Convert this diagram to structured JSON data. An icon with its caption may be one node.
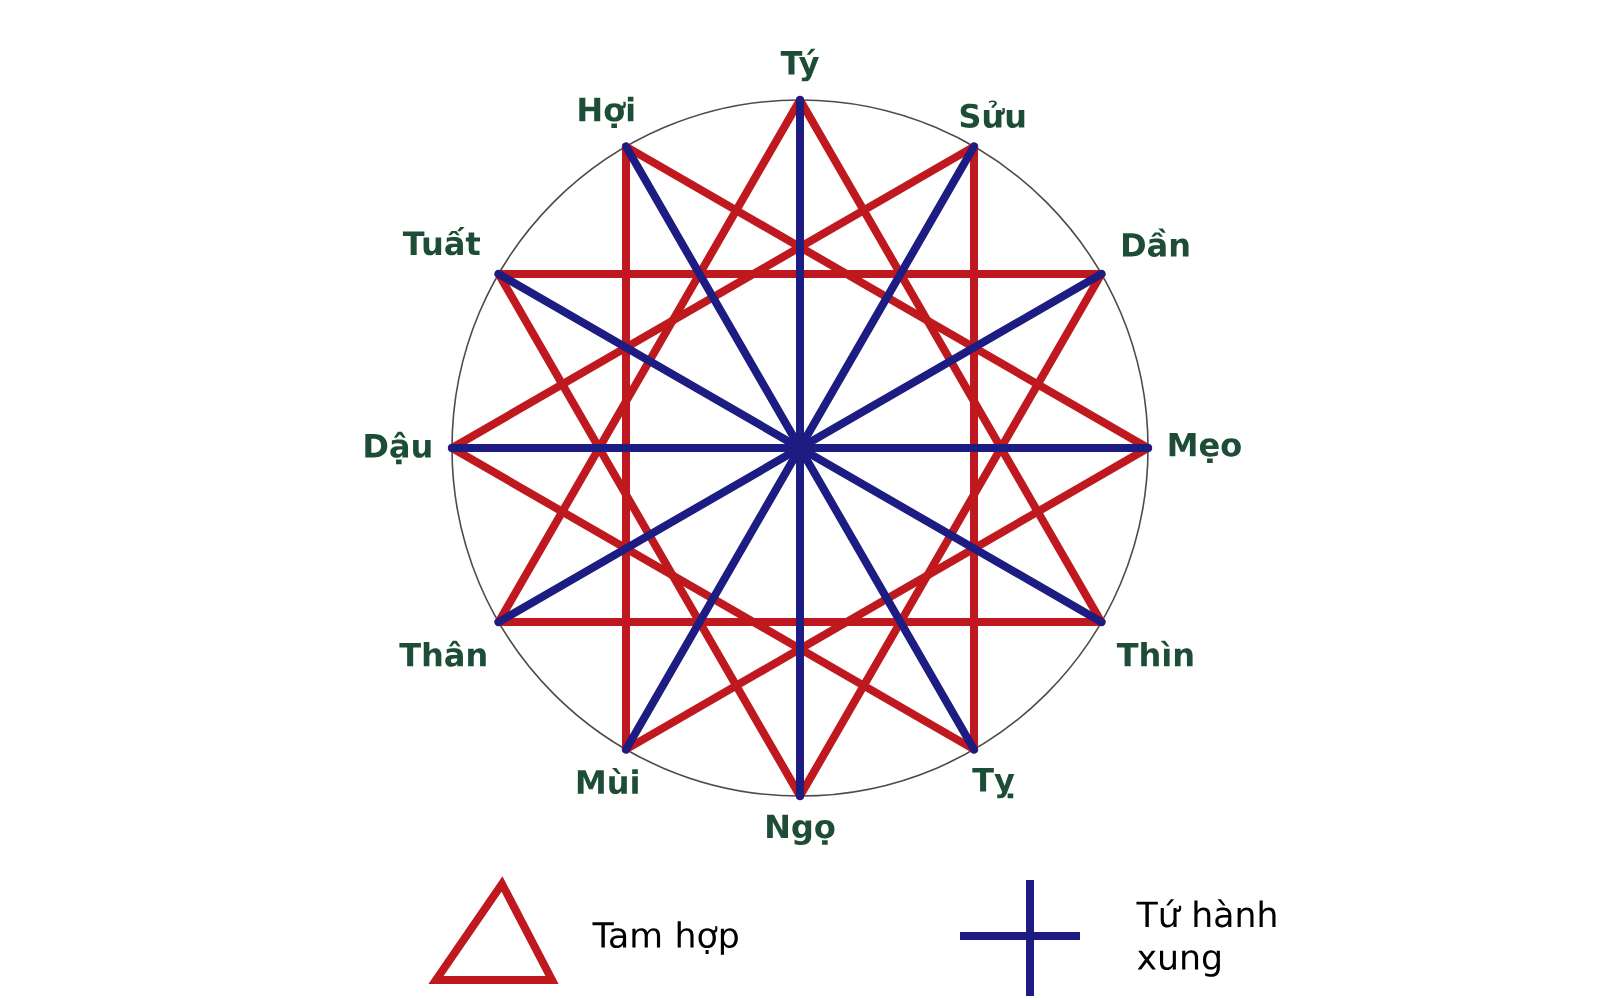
{
  "diagram": {
    "nodes": [
      {
        "text": [
          "Tý"
        ]
      },
      {
        "text": [
          "Hợi"
        ]
      },
      {
        "text": [
          "Sửu"
        ]
      },
      {
        "text": [
          "Tuất"
        ]
      },
      {
        "text": [
          "Dần"
        ]
      },
      {
        "text": [
          "Dậu"
        ]
      },
      {
        "text": [
          "Mẹo"
        ]
      },
      {
        "text": [
          "Thân"
        ]
      },
      {
        "text": [
          "Thìn"
        ]
      },
      {
        "text": [
          "Mùi"
        ]
      },
      {
        "text": [
          "Tỵ"
        ]
      },
      {
        "text": [
          "Ngọ"
        ]
      }
    ],
    "edges": [
      {
        "from": 7,
        "to": 0,
        "arrow": "none"
      },
      {
        "from": 0,
        "to": 8,
        "arrow": "none"
      },
      {
        "from": 8,
        "to": 7,
        "arrow": "none"
      },
      {
        "from": 10,
        "to": 5,
        "arrow": "none"
      },
      {
        "from": 5,
        "to": 2,
        "arrow": "none"
      },
      {
        "from": 2,
        "to": 10,
        "arrow": "none"
      },
      {
        "from": 4,
        "to": 11,
        "arrow": "none"
      },
      {
        "from": 11,
        "to": 3,
        "arrow": "none"
      },
      {
        "from": 3,
        "to": 4,
        "arrow": "none"
      },
      {
        "from": 1,
        "to": 6,
        "arrow": "none"
      },
      {
        "from": 6,
        "to": 9,
        "arrow": "none"
      },
      {
        "from": 9,
        "to": 1,
        "arrow": "none"
      },
      {
        "from": 0,
        "to": 11,
        "arrow": "none",
        "color": "#1c1c82"
      },
      {
        "from": 6,
        "to": 5,
        "arrow": "none",
        "color": "#1c1c82"
      },
      {
        "from": 4,
        "to": 7,
        "arrow": "none",
        "color": "#1c1c82"
      },
      {
        "from": 10,
        "to": 1,
        "arrow": "none",
        "color": "#1c1c82"
      },
      {
        "from": 8,
        "to": 3,
        "arrow": "none",
        "color": "#1c1c82"
      },
      {
        "from": 2,
        "to": 9,
        "arrow": "none",
        "color": "#1c1c82"
      }
    ],
    "legend": [
      {
        "text": "Tam hợp"
      },
      {
        "text": "Tứ hành xung"
      }
    ]
  }
}
